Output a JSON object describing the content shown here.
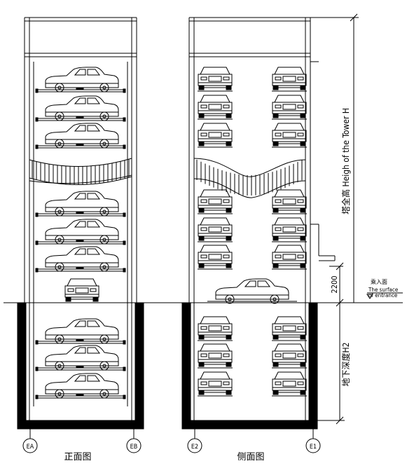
{
  "front_view": {
    "caption": "正面图",
    "axis_left": "EA",
    "axis_right": "EB"
  },
  "side_view": {
    "caption": "侧面图",
    "axis_left": "E2",
    "axis_right": "E1"
  },
  "dimensions": {
    "tower_height": "塔全高 Heigh of the Tower H",
    "entrance_height": "2200",
    "underground_depth": "地下深度H2"
  },
  "entrance_label": {
    "cn": "乘入面",
    "en_line1": "The surface",
    "en_line2": "of entrance"
  }
}
